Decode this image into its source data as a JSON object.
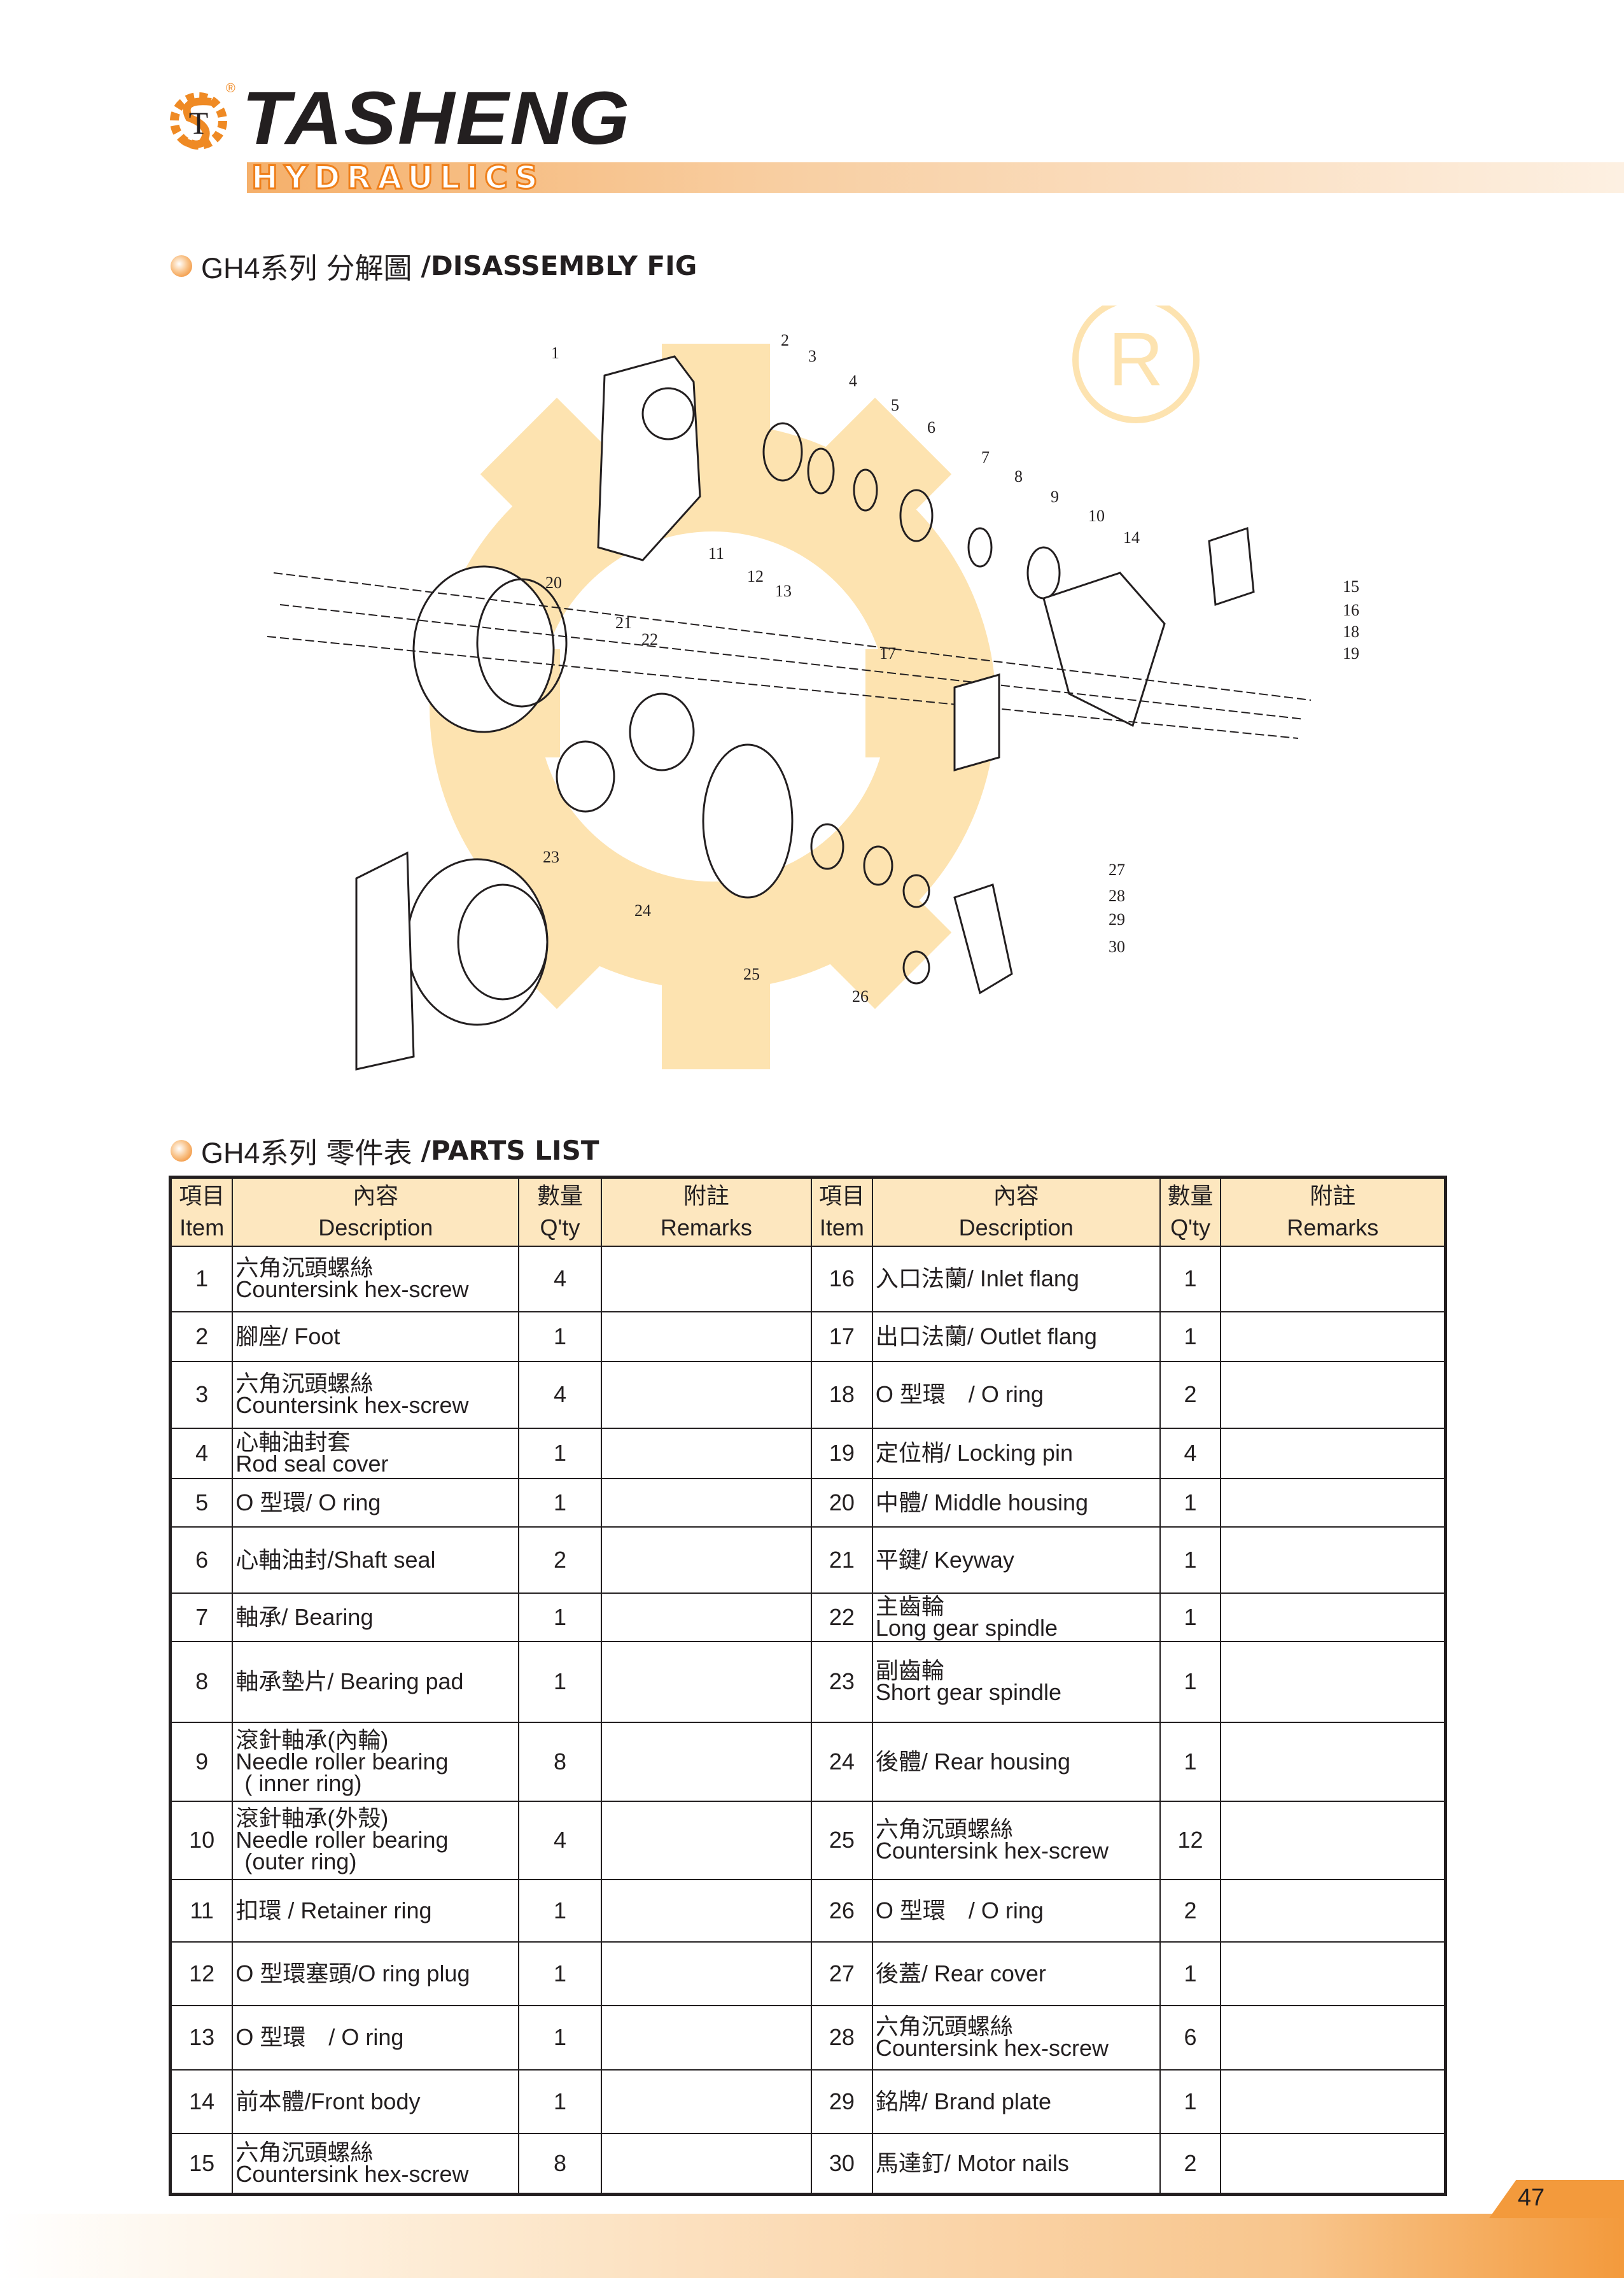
{
  "header": {
    "brand": "TASHENG",
    "sub": "HYDRAULICS",
    "registered": "®"
  },
  "sections": {
    "disassembly": {
      "series": "GH4系列",
      "zh": "分解圖",
      "en": "/DISASSEMBLY FIG"
    },
    "parts": {
      "series": "GH4系列",
      "zh": "零件表",
      "en": "/PARTS LIST"
    }
  },
  "diagram": {
    "labels": [
      "1",
      "2",
      "3",
      "4",
      "5",
      "6",
      "7",
      "8",
      "9",
      "10",
      "11",
      "12",
      "13",
      "14",
      "15",
      "16",
      "17",
      "18",
      "19",
      "20",
      "21",
      "22",
      "23",
      "24",
      "25",
      "26",
      "27",
      "28",
      "29",
      "30"
    ],
    "watermark": "R"
  },
  "table": {
    "headers": {
      "item_zh": "項目",
      "item_en": "Item",
      "desc_zh": "內容",
      "desc_en": "Description",
      "qty_zh": "數量",
      "qty_en": "Q'ty",
      "rem_zh": "附註",
      "rem_en": "Remarks"
    },
    "rows": [
      {
        "l": {
          "n": "1",
          "zh": "六角沉頭螺絲",
          "en": "Countersink hex-screw",
          "q": "4"
        },
        "r": {
          "n": "16",
          "zh": "入口法蘭/ Inlet flang",
          "en": "",
          "q": "1"
        }
      },
      {
        "l": {
          "n": "2",
          "zh": "腳座/ Foot",
          "en": "",
          "q": "1"
        },
        "r": {
          "n": "17",
          "zh": "出口法蘭/ Outlet flang",
          "en": "",
          "q": "1"
        }
      },
      {
        "l": {
          "n": "3",
          "zh": "六角沉頭螺絲",
          "en": "Countersink hex-screw",
          "q": "4"
        },
        "r": {
          "n": "18",
          "zh": "O 型環　/ O ring",
          "en": "",
          "q": "2"
        }
      },
      {
        "l": {
          "n": "4",
          "zh": "心軸油封套",
          "en": "Rod seal cover",
          "q": "1"
        },
        "r": {
          "n": "19",
          "zh": "定位梢/ Locking pin",
          "en": "",
          "q": "4"
        }
      },
      {
        "l": {
          "n": "5",
          "zh": "O 型環/ O ring",
          "en": "",
          "q": "1"
        },
        "r": {
          "n": "20",
          "zh": "中體/ Middle housing",
          "en": "",
          "q": "1"
        }
      },
      {
        "l": {
          "n": "6",
          "zh": "心軸油封/Shaft seal",
          "en": "",
          "q": "2"
        },
        "r": {
          "n": "21",
          "zh": "平鍵/ Keyway",
          "en": "",
          "q": "1"
        }
      },
      {
        "l": {
          "n": "7",
          "zh": "軸承/ Bearing",
          "en": "",
          "q": "1"
        },
        "r": {
          "n": "22",
          "zh": "主齒輪",
          "en": "Long gear spindle",
          "q": "1"
        }
      },
      {
        "l": {
          "n": "8",
          "zh": "軸承墊片/ Bearing pad",
          "en": "",
          "q": "1"
        },
        "r": {
          "n": "23",
          "zh": "副齒輪",
          "en": "Short gear spindle",
          "q": "1"
        }
      },
      {
        "l": {
          "n": "9",
          "zh": "滾針軸承(內輪)",
          "en": "Needle roller bearing",
          "en2": "( inner ring)",
          "q": "8"
        },
        "r": {
          "n": "24",
          "zh": "後體/ Rear housing",
          "en": "",
          "q": "1"
        }
      },
      {
        "l": {
          "n": "10",
          "zh": "滾針軸承(外殼)",
          "en": "Needle roller bearing",
          "en2": "(outer ring)",
          "q": "4"
        },
        "r": {
          "n": "25",
          "zh": "六角沉頭螺絲",
          "en": "Countersink hex-screw",
          "q": "12"
        }
      },
      {
        "l": {
          "n": "11",
          "zh": "扣環 / Retainer ring",
          "en": "",
          "q": "1"
        },
        "r": {
          "n": "26",
          "zh": "O 型環　/ O ring",
          "en": "",
          "q": "2"
        }
      },
      {
        "l": {
          "n": "12",
          "zh": "O 型環塞頭/O ring plug",
          "en": "",
          "q": "1"
        },
        "r": {
          "n": "27",
          "zh": "後蓋/ Rear cover",
          "en": "",
          "q": "1"
        }
      },
      {
        "l": {
          "n": "13",
          "zh": "O 型環　/ O ring",
          "en": "",
          "q": "1"
        },
        "r": {
          "n": "28",
          "zh": "六角沉頭螺絲",
          "en": "Countersink hex-screw",
          "q": "6"
        }
      },
      {
        "l": {
          "n": "14",
          "zh": "前本體/Front body",
          "en": "",
          "q": "1"
        },
        "r": {
          "n": "29",
          "zh": "銘牌/ Brand plate",
          "en": "",
          "q": "1"
        }
      },
      {
        "l": {
          "n": "15",
          "zh": "六角沉頭螺絲",
          "en": "Countersink hex-screw",
          "q": "8"
        },
        "r": {
          "n": "30",
          "zh": "馬達釘/ Motor nails",
          "en": "",
          "q": "2"
        }
      }
    ]
  },
  "footer": {
    "page": "47"
  },
  "colors": {
    "accent": "#ef7f1a",
    "header_bg": "#fde7bf",
    "watermark": "#fde3b0"
  }
}
